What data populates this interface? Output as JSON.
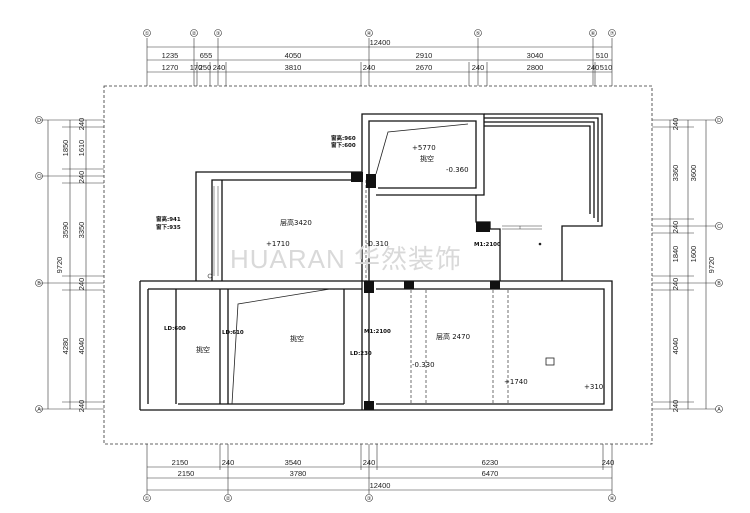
{
  "dimensions": {
    "top_total": "12400",
    "top_row1": [
      "1235",
      "655",
      "4050",
      "2910",
      "3040",
      "510"
    ],
    "top_row2": [
      "1270",
      "170",
      "250",
      "240",
      "3810",
      "240",
      "2670",
      "240",
      "2800",
      "240",
      "510"
    ],
    "bottom_total": "12400",
    "bottom_row1": [
      "2150",
      "240",
      "3540",
      "240",
      "6230",
      "240"
    ],
    "bottom_row2": [
      "2150",
      "3780",
      "6470"
    ],
    "left_total": "9720",
    "left_row1": [
      "240",
      "1850",
      "240",
      "3590",
      "240",
      "4280",
      "240"
    ],
    "left_row2": [
      "1610",
      "3350",
      "4040"
    ],
    "right_total": "9720",
    "right_row1": [
      "240",
      "3360",
      "240",
      "1840",
      "240",
      "4040",
      "240"
    ],
    "right_row2": [
      "3600",
      "1600"
    ]
  },
  "axes": {
    "top": [
      "①",
      "②",
      "③",
      "④",
      "⑤",
      "⑥",
      "⑦"
    ],
    "bottom": [
      "①",
      "②",
      "③",
      "④"
    ],
    "left": [
      "D",
      "C",
      "B",
      "A"
    ],
    "right": [
      "D",
      "C",
      "B",
      "A"
    ]
  },
  "annotations": {
    "opening_top_1": "窗高:960",
    "opening_top_2": "窗下:600",
    "elev_top_room": "+5770",
    "room_top_right": "挑空",
    "elev_top_step": "-0.360",
    "opening_left_1": "窗高:941",
    "opening_left_2": "窗下:935",
    "ceiling_upper": "层高3420",
    "elev_upper_left": "+1710",
    "elev_mid": "-0.310",
    "door_right": "M1:2100",
    "ld_left": "LD:600",
    "ld_mid": "LD:610",
    "room_bottom_left": "挑空",
    "room_bottom_mid": "挑空",
    "door_mid": "M1:2100",
    "ld_low": "LD:230",
    "ceiling_lower": "层高 2470",
    "elev_lower": "-0.330",
    "elev_lower_2": "+1740",
    "elev_lower_3": "+310"
  },
  "watermark": "HUARAN 华然装饰"
}
